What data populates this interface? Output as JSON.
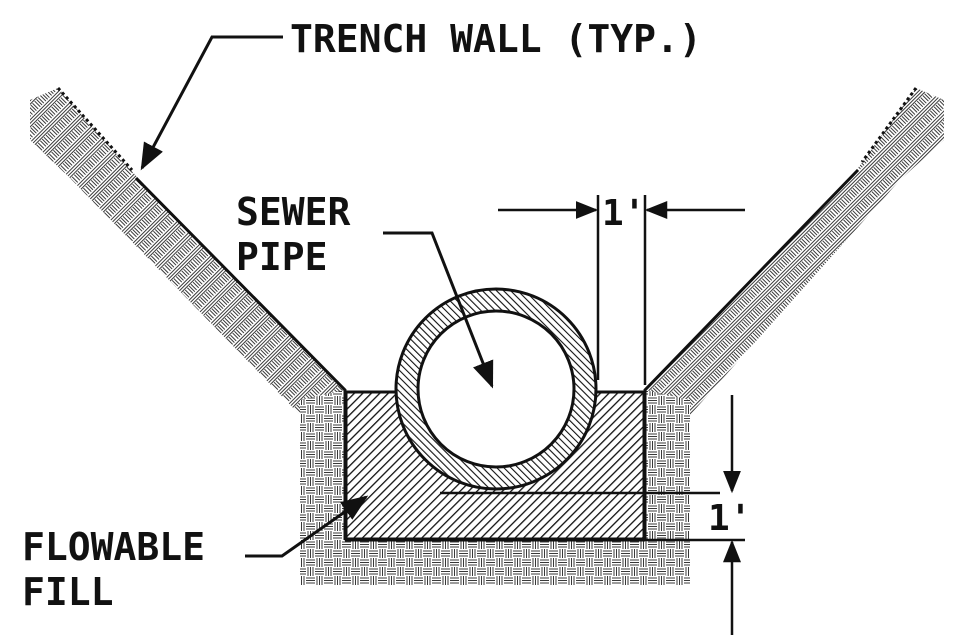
{
  "labels": {
    "trench_wall": "TRENCH WALL (TYP.)",
    "sewer_line1": "SEWER",
    "sewer_line2": "PIPE",
    "fill_line1": "FLOWABLE",
    "fill_line2": "FILL"
  },
  "dimensions": {
    "side_clearance": "1'",
    "bottom_depth": "1'"
  },
  "icons": {
    "arrow": "arrow-icon",
    "soil_hatch": "soil-hatch-icon"
  },
  "colors": {
    "ink": "#111111",
    "background": "#ffffff"
  }
}
